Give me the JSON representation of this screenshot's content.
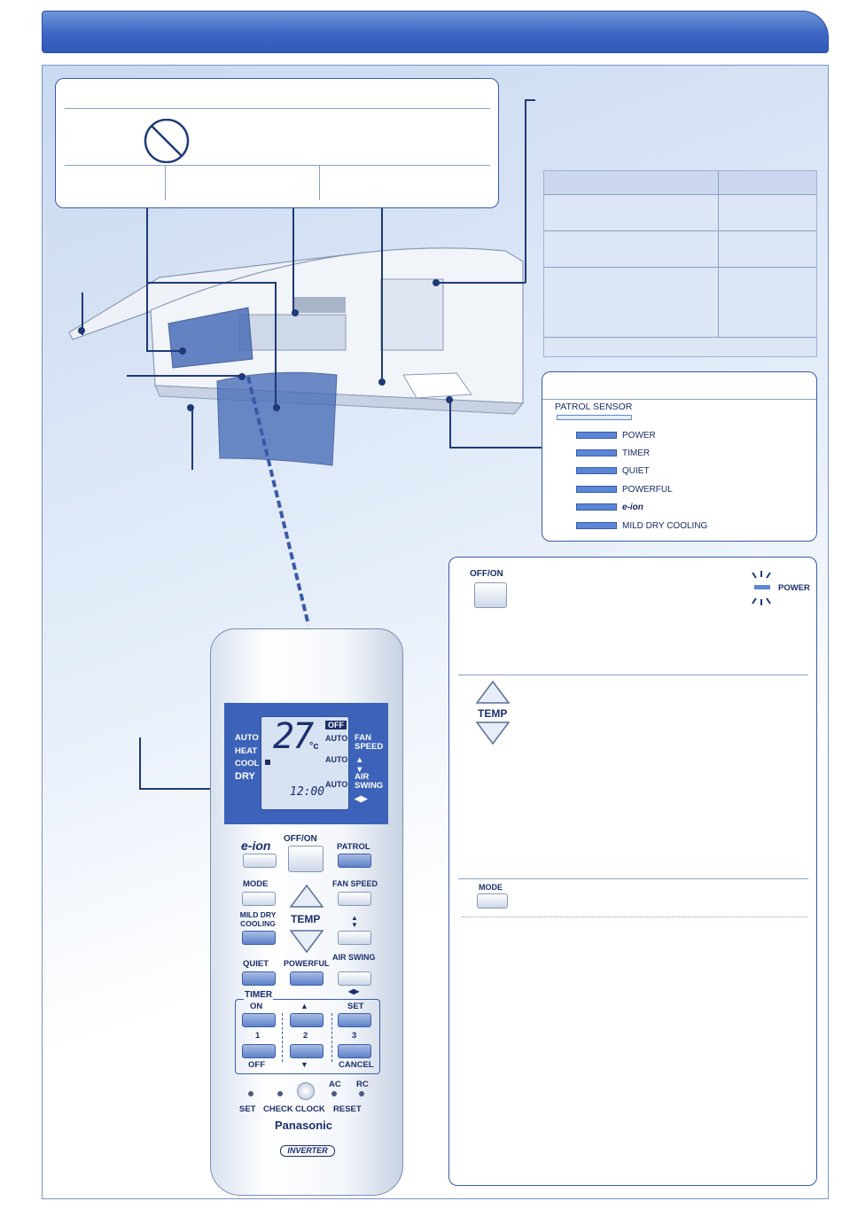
{
  "indoor_panel": {
    "indicators_title": "PATROL SENSOR",
    "indicators": [
      "POWER",
      "TIMER",
      "QUIET",
      "POWERFUL",
      "e-ion",
      "MILD DRY COOLING"
    ]
  },
  "instructions": {
    "offon_label": "OFF/ON",
    "power_label": "POWER",
    "temp_label": "TEMP",
    "mode_label": "MODE"
  },
  "remote": {
    "lcd": {
      "temp": "27",
      "unit": "°c",
      "off": "OFF",
      "modes": [
        "AUTO",
        "HEAT",
        "COOL",
        "DRY"
      ],
      "auto": "AUTO",
      "fan_speed": "FAN SPEED",
      "air_swing": "AIR SWING",
      "time": "12:00"
    },
    "buttons": {
      "eion": "e-ion",
      "offon": "OFF/ON",
      "patrol": "PATROL",
      "mode": "MODE",
      "fan_speed": "FAN SPEED",
      "mild_dry": "MILD DRY COOLING",
      "temp": "TEMP",
      "quiet": "QUIET",
      "powerful": "POWERFUL",
      "air_swing": "AIR SWING",
      "timer": "TIMER",
      "on": "ON",
      "set": "SET",
      "off": "OFF",
      "cancel": "CANCEL",
      "n1": "1",
      "n2": "2",
      "n3": "3",
      "bottom_set": "SET",
      "check": "CHECK",
      "clock": "CLOCK",
      "ac": "AC",
      "rc": "RC",
      "reset": "RESET"
    },
    "brand": "Panasonic",
    "inverter": "INVERTER"
  },
  "colors": {
    "accent": "#3c63b9",
    "button": "#5e82c9",
    "frame": "#3a5aa8"
  }
}
